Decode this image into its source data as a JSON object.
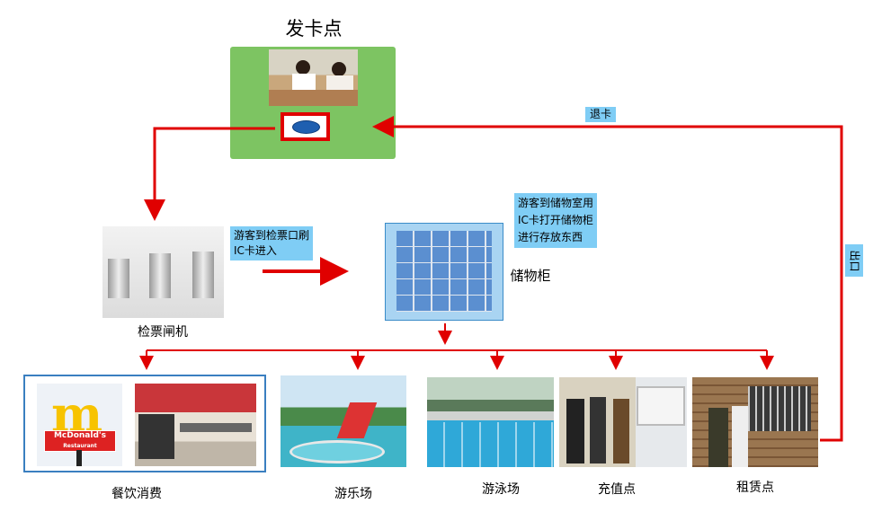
{
  "title": "发卡点",
  "nodes": {
    "turnstile": "检票闸机",
    "locker": "储物柜",
    "dining": "餐饮消费",
    "amusement": "游乐场",
    "swimming": "游泳场",
    "recharge": "充值点",
    "rental": "租赁点"
  },
  "notes": {
    "entry_line1": "游客到检票口刷",
    "entry_line2": "IC卡进入",
    "locker_line1": "游客到储物室用",
    "locker_line2": "IC卡打开储物柜",
    "locker_line3": "进行存放东西",
    "return_card": "退卡",
    "exit": "出口"
  },
  "logo_text": "McDonald's Restaurant",
  "colors": {
    "arrow": "#e00000",
    "card_point_bg": "#7dc462",
    "note_bg": "#7fcdf5",
    "locker_bg": "#a9d4f2"
  }
}
